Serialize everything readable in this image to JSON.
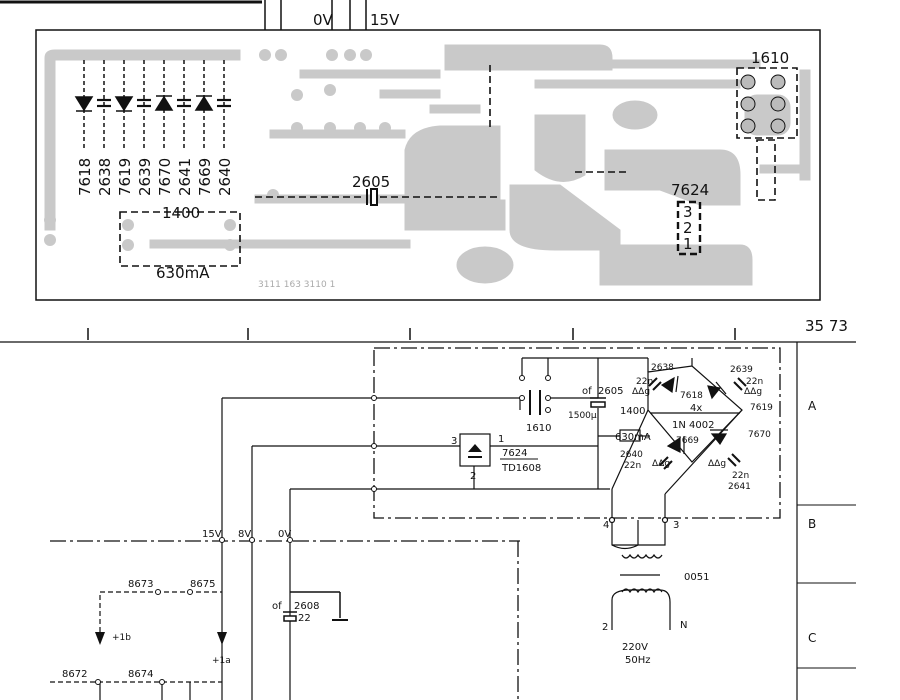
{
  "pcb": {
    "supply_labels": [
      "0V",
      "15V"
    ],
    "components": {
      "header_1610": "1610",
      "cap_2605": "2605",
      "reg_7624": "7624",
      "reg_pins": [
        "3",
        "2",
        "1"
      ],
      "fuse_1400": "1400",
      "fuse_rating": "630mA",
      "vertical_parts": [
        "7618",
        "2638",
        "7619",
        "2639",
        "7670",
        "2641",
        "7669",
        "2640"
      ]
    },
    "board_code": "3111 163 3110 1"
  },
  "page_number": "35 73",
  "schematic": {
    "row_labels": [
      "A",
      "B",
      "C"
    ],
    "connector": {
      "ref": "1610"
    },
    "capacitor_2605": {
      "prefix": "of",
      "ref": "2605",
      "value": "1500µ"
    },
    "fuse": {
      "ref": "1400",
      "rating": "630mA"
    },
    "regulator": {
      "ref": "7624",
      "type": "TD1608",
      "pins": [
        "3",
        "1",
        "2"
      ]
    },
    "bridge": {
      "multiplier": "4x",
      "diode_type": "1N 4002",
      "diodes": [
        "7618",
        "7619",
        "7669",
        "7670"
      ],
      "caps": [
        {
          "ref": "2638",
          "value": "22n"
        },
        {
          "ref": "2639",
          "value": "22n"
        },
        {
          "ref": "2640",
          "value": "22n"
        },
        {
          "ref": "2641",
          "value": "22n"
        }
      ],
      "cap_marks": "ΔΔg"
    },
    "transformer": {
      "ref": "0051",
      "pin_left": "4",
      "pin_right": "3",
      "primary_left": "2",
      "primary_right": "N"
    },
    "mains": {
      "voltage": "220V",
      "frequency": "50Hz"
    },
    "rails": [
      "15V",
      "8V",
      "0V"
    ],
    "capacitor_2608": {
      "prefix": "of",
      "ref": "2608",
      "value": "22"
    },
    "test_points": [
      "8673",
      "8675",
      "8672",
      "8674"
    ],
    "outputs": [
      "+1b",
      "+1a"
    ]
  }
}
